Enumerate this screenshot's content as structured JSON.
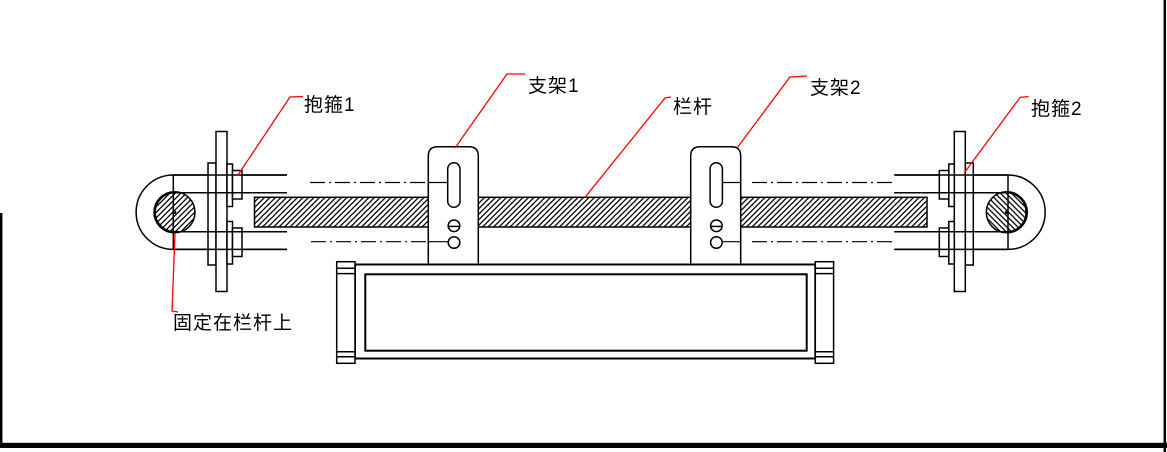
{
  "drawing": {
    "type": "engineering-assembly-diagram",
    "labels": {
      "hoop_clamp_1": "抱箍1",
      "bracket_1": "支架1",
      "railing": "栏杆",
      "bracket_2": "支架2",
      "hoop_clamp_2": "抱箍2",
      "fixed_on_railing_note": "固定在栏杆上"
    },
    "colors": {
      "line": "#000000",
      "leader": "#ff0000",
      "background": "#ffffff"
    }
  }
}
